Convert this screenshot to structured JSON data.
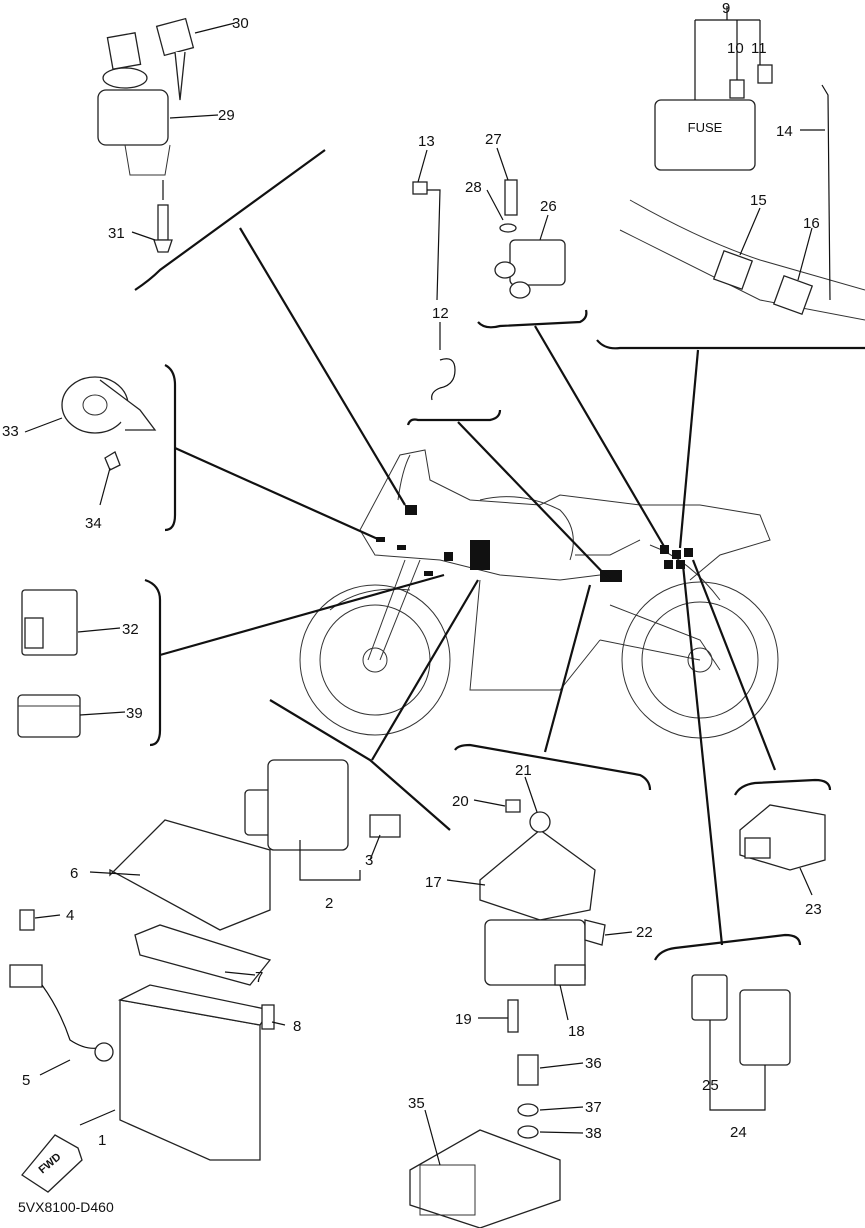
{
  "diagram": {
    "drawing_code": "5VX8100-D460",
    "fwd_label": "FWD",
    "fuse_label": "FUSE",
    "labels": {
      "n1": "1",
      "n2": "2",
      "n3": "3",
      "n4": "4",
      "n5": "5",
      "n6": "6",
      "n7": "7",
      "n8": "8",
      "n9": "9",
      "n10": "10",
      "n11": "11",
      "n12": "12",
      "n13": "13",
      "n14": "14",
      "n15": "15",
      "n16": "16",
      "n17": "17",
      "n18": "18",
      "n19": "19",
      "n20": "20",
      "n21": "21",
      "n22": "22",
      "n23": "23",
      "n24": "24",
      "n25": "25",
      "n26": "26",
      "n27": "27",
      "n28": "28",
      "n29": "29",
      "n30": "30",
      "n31": "31",
      "n32": "32",
      "n33": "33",
      "n34": "34",
      "n35": "35",
      "n36": "36",
      "n37": "37",
      "n38": "38",
      "n39": "39"
    },
    "colors": {
      "ink": "#111111",
      "background": "#ffffff"
    }
  }
}
